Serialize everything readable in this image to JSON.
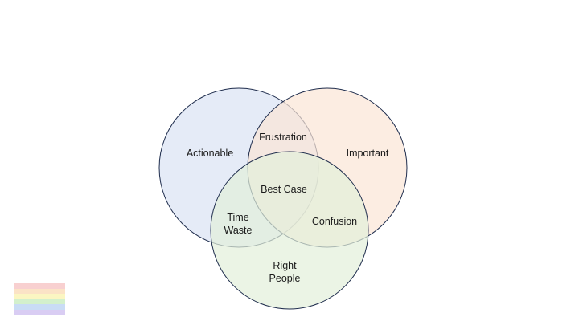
{
  "diagram": {
    "type": "venn-3",
    "circles": [
      {
        "name": "Actionable",
        "color": "#dae3f3"
      },
      {
        "name": "Important",
        "color": "#fbe5d6"
      },
      {
        "name": "Right People",
        "color": "#e2efda"
      }
    ],
    "regions": {
      "actionable": "Actionable",
      "important": "Important",
      "right_people_line1": "Right",
      "right_people_line2": "People",
      "frustration": "Frustration",
      "time_waste_line1": "Time",
      "time_waste_line2": "Waste",
      "confusion": "Confusion",
      "best_case": "Best Case"
    },
    "outline_color": "#1f2d4d",
    "circle_opacity": 0.7
  },
  "decoration": {
    "stripe_colors": [
      "#f8d0d0",
      "#fbe3c6",
      "#fbf6c2",
      "#d3f0cc",
      "#c9dcf5",
      "#d9cdf3"
    ]
  }
}
